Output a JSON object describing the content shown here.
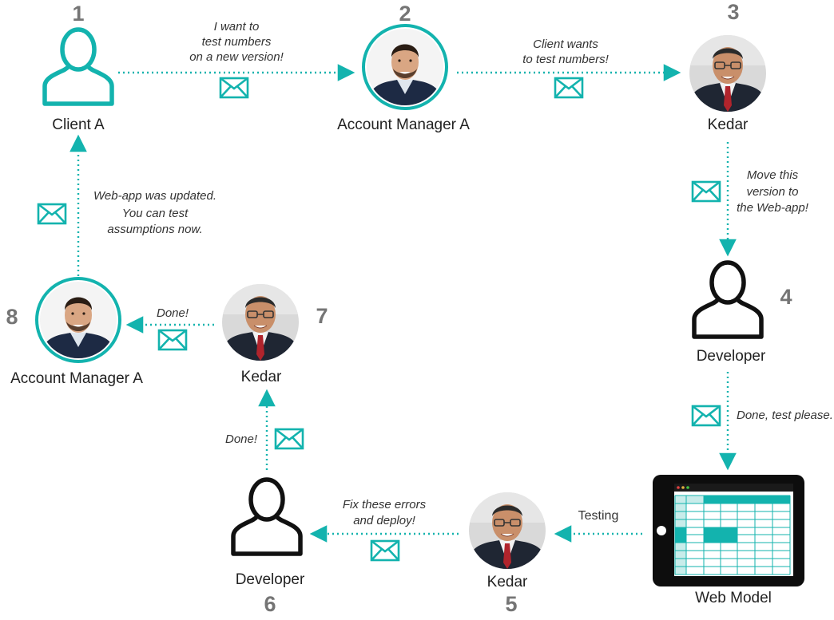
{
  "colors": {
    "accent": "#13b3ae",
    "step_number": "#757575",
    "text": "#222222",
    "icon_dark": "#111111"
  },
  "nodes": [
    {
      "step": "1",
      "name": "Client A",
      "icon": "person-outline-icon"
    },
    {
      "step": "2",
      "name": "Account Manager A",
      "icon": "avatar-photo"
    },
    {
      "step": "3",
      "name": "Kedar",
      "icon": "avatar-photo"
    },
    {
      "step": "4",
      "name": "Developer",
      "icon": "person-outline-icon"
    },
    {
      "step": "",
      "name": "Web Model",
      "icon": "tablet-spreadsheet-icon"
    },
    {
      "step": "5",
      "name": "Kedar",
      "icon": "avatar-photo"
    },
    {
      "step": "6",
      "name": "Developer",
      "icon": "person-outline-icon"
    },
    {
      "step": "7",
      "name": "Kedar",
      "icon": "avatar-photo"
    },
    {
      "step": "8",
      "name": "Account Manager A",
      "icon": "avatar-photo"
    }
  ],
  "messages": {
    "m1": [
      "I want to",
      "test numbers",
      "on a new version!"
    ],
    "m2": [
      "Client wants",
      "to test numbers!"
    ],
    "m3": [
      "Move this",
      "version to",
      "the Web-app!"
    ],
    "m4": [
      "Done, test please."
    ],
    "m5": [
      "Testing"
    ],
    "m6": [
      "Fix these errors",
      "and deploy!"
    ],
    "m7": [
      "Done!"
    ],
    "m8": [
      "Done!"
    ],
    "m9": [
      "Web-app was updated.",
      "You can test",
      "assumptions now."
    ]
  }
}
